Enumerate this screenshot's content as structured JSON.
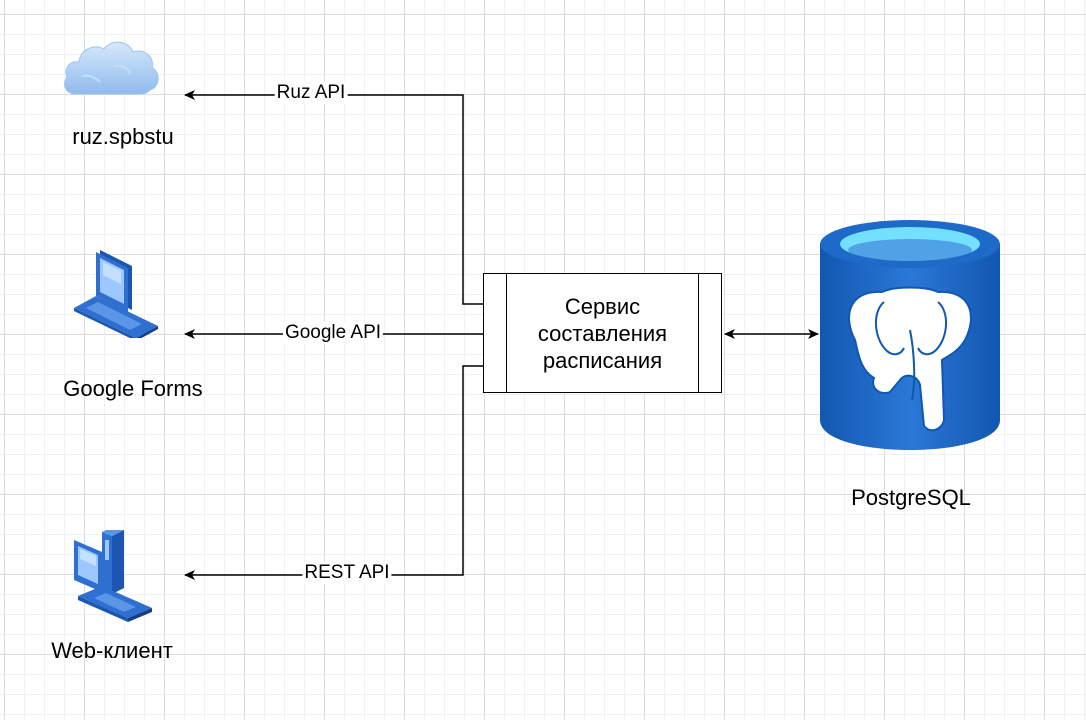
{
  "nodes": {
    "ruz": {
      "label": "ruz.spbstu",
      "icon": "cloud-icon"
    },
    "forms": {
      "label": "Google Forms",
      "icon": "laptop-icon"
    },
    "web": {
      "label": "Web-клиент",
      "icon": "desktop-computer-icon"
    },
    "db": {
      "label": "PostgreSQL",
      "icon": "postgresql-database-icon"
    },
    "service": {
      "label": "Сервис\nсоставления\nрасписания"
    }
  },
  "edges": {
    "ruz_api": "Ruz API",
    "google_api": "Google API",
    "rest_api": "REST API"
  },
  "colors": {
    "icon_blue": "#2f6fd0",
    "db_blue": "#1565c0",
    "db_top": "#7fe3ff",
    "cloud_blue": "#a9ccf5"
  }
}
